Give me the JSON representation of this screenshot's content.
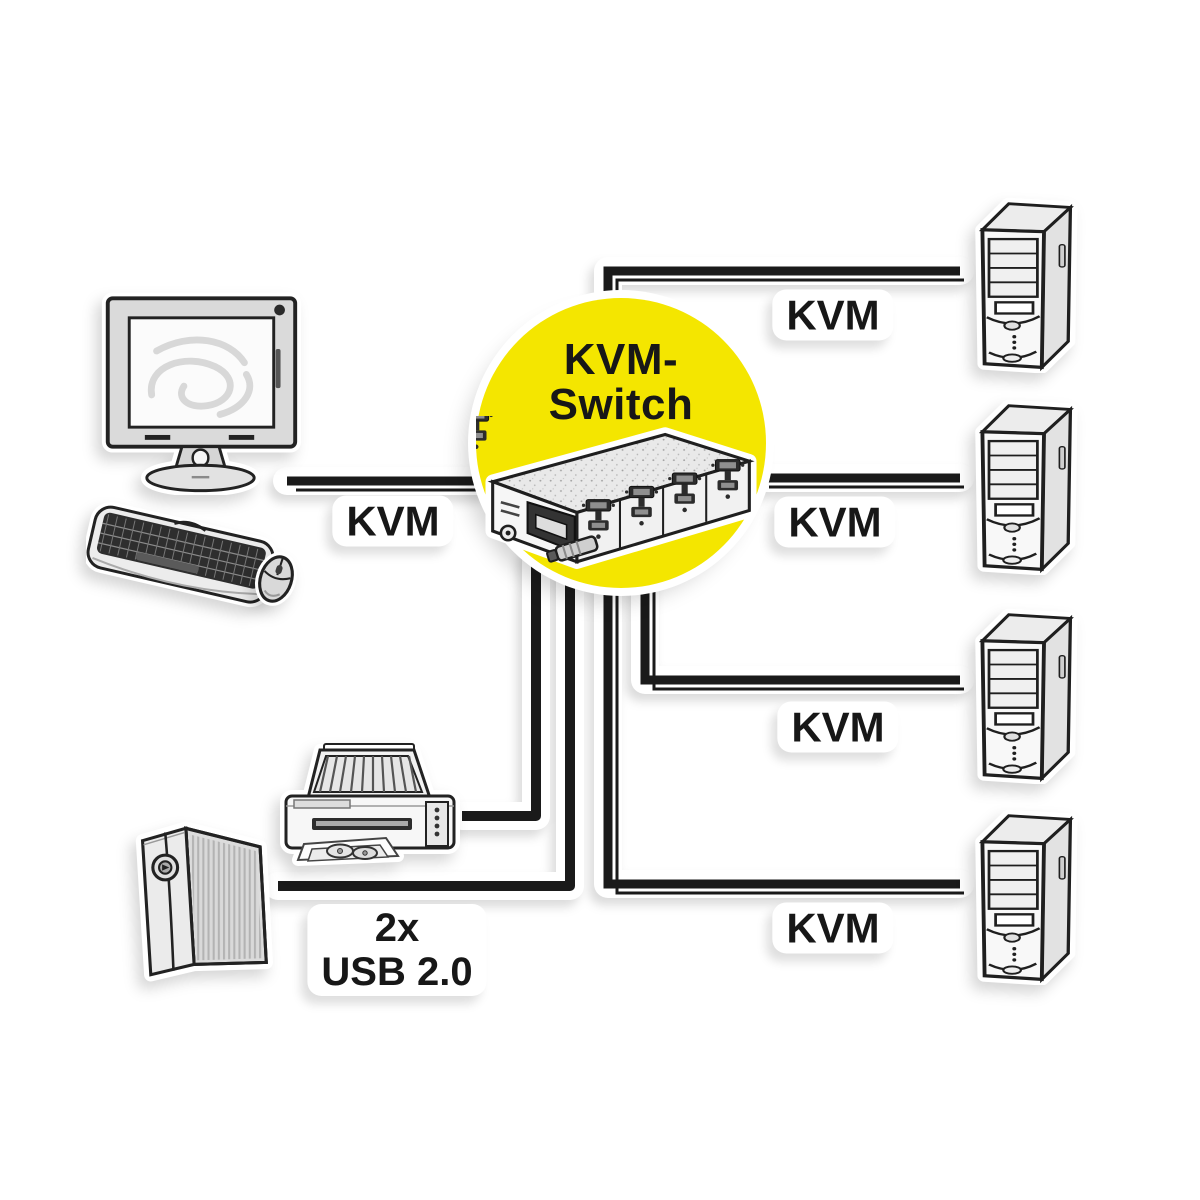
{
  "diagram": {
    "background_color": "#FFFFFF",
    "colors": {
      "hub_yellow": "#F4E600",
      "cable_black": "#1A1A1A",
      "label_text": "#171717"
    },
    "hub": {
      "icon": "kvm-switch-device-icon",
      "label_line1": "KVM-",
      "label_line2": "Switch"
    },
    "cable_labels": {
      "console": "KVM",
      "pc1": "KVM",
      "pc2": "KVM",
      "pc3": "KVM",
      "pc4": "KVM",
      "usb_line1": "2x",
      "usb_line2": "USB 2.0"
    },
    "devices": {
      "monitor": "monitor-icon",
      "keyboard": "keyboard-icon",
      "mouse": "mouse-icon",
      "printer": "printer-icon",
      "external_drive": "external-drive-icon",
      "pc1": "computer-tower-icon",
      "pc2": "computer-tower-icon",
      "pc3": "computer-tower-icon",
      "pc4": "computer-tower-icon"
    }
  }
}
